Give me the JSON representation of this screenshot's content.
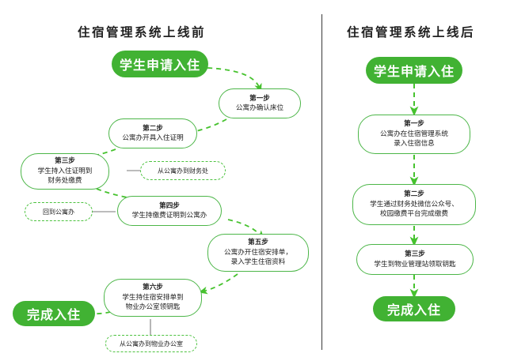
{
  "colors": {
    "pill_green": "#41b233",
    "box_border_green": "#4cb648",
    "connector_green": "#46c22e",
    "dashed_note_green": "#4cc23f",
    "divider_gray": "#3a3a3a",
    "text_dark": "#1d1d1d"
  },
  "left_panel": {
    "title": "住宿管理系统上线前",
    "start_pill": "学生申请入住",
    "end_pill": "完成入住",
    "steps": [
      {
        "head": "第一步",
        "lines": [
          "公寓办确认床位"
        ]
      },
      {
        "head": "第二步",
        "lines": [
          "公寓办开具入住证明"
        ]
      },
      {
        "head": "第三步",
        "lines": [
          "学生持入住证明到",
          "财务处缴费"
        ]
      },
      {
        "head": "第四步",
        "lines": [
          "学生持缴费证明到公寓办"
        ]
      },
      {
        "head": "第五步",
        "lines": [
          "公寓办开住宿安排单，",
          "录入学生住宿资料"
        ]
      },
      {
        "head": "第六步",
        "lines": [
          "学生持住宿安排单到",
          "物业办公室领钥匙"
        ]
      }
    ],
    "notes": [
      "从公寓办到财务处",
      "回到公寓办",
      "从公寓办到物业办公室"
    ]
  },
  "right_panel": {
    "title": "住宿管理系统上线后",
    "start_pill": "学生申请入住",
    "end_pill": "完成入住",
    "steps": [
      {
        "head": "第一步",
        "lines": [
          "公寓办在住宿管理系统",
          "录入住宿信息"
        ]
      },
      {
        "head": "第二步",
        "lines": [
          "学生通过财务处微信公众号、",
          "校园缴费平台完成缴费"
        ]
      },
      {
        "head": "第三步",
        "lines": [
          "学生到物业管理站领取钥匙"
        ]
      }
    ]
  }
}
